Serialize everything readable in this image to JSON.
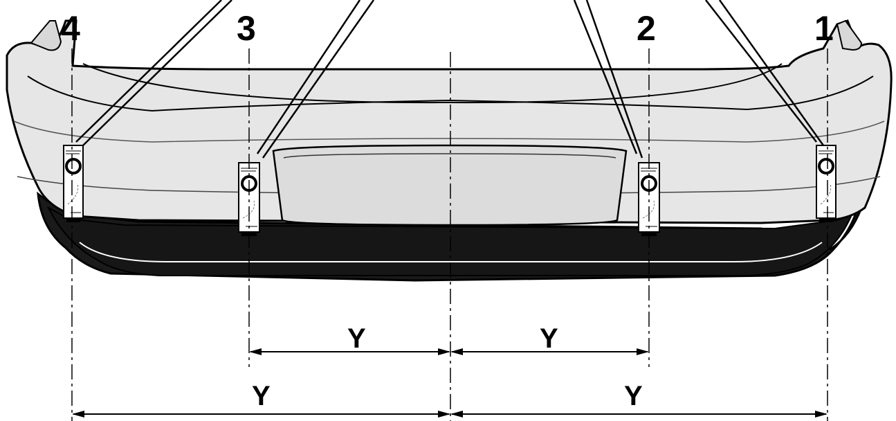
{
  "diagram": {
    "sensors": [
      {
        "label": "4"
      },
      {
        "label": "3"
      },
      {
        "label": "2"
      },
      {
        "label": "1"
      }
    ],
    "dimensions": [
      {
        "label": "Y"
      },
      {
        "label": "Y"
      },
      {
        "label": "Y"
      },
      {
        "label": "Y"
      }
    ]
  }
}
